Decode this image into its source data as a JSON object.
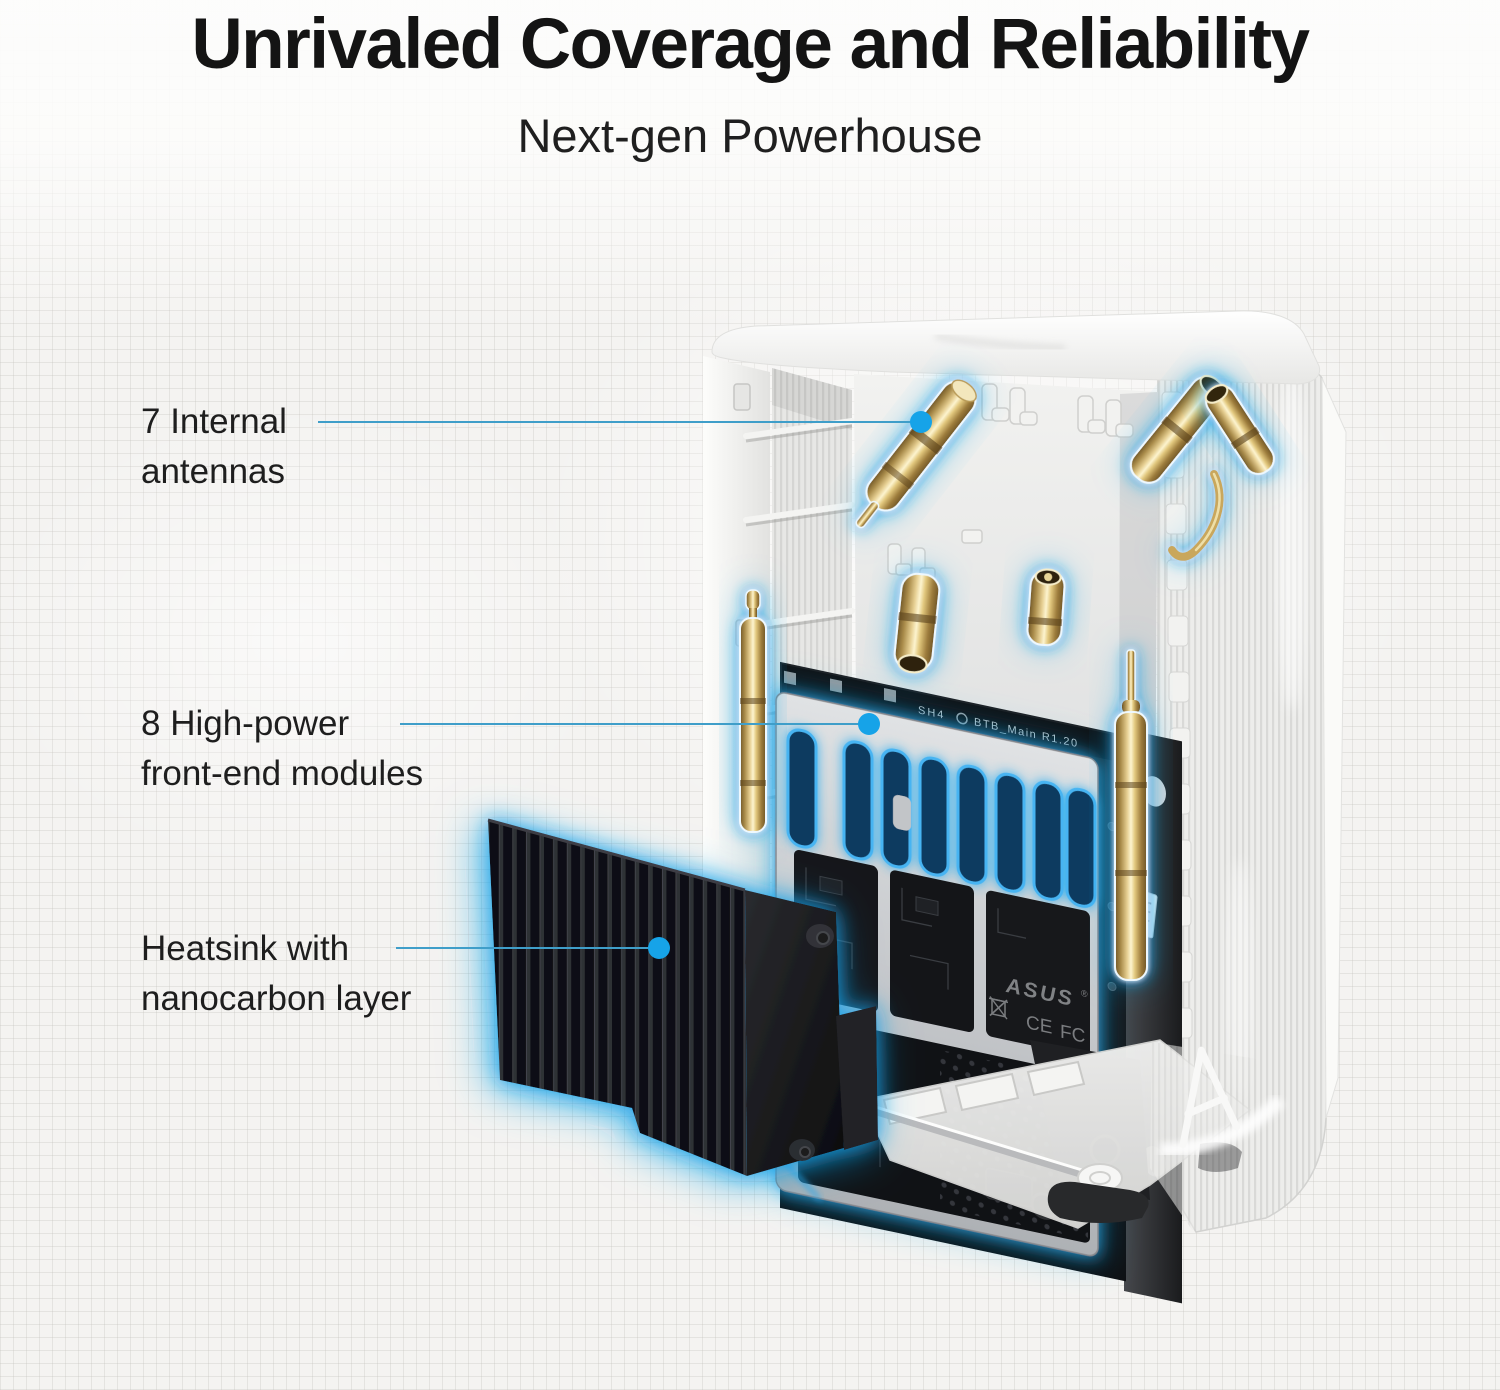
{
  "header": {
    "title": "Unrivaled Coverage and Reliability",
    "subtitle": "Next-gen Powerhouse"
  },
  "callouts": [
    {
      "id": "antennas",
      "line1": "7 Internal",
      "line2": "antennas"
    },
    {
      "id": "modules",
      "line1": "8 High-power",
      "line2": "front-end modules"
    },
    {
      "id": "heatsink",
      "line1": "Heatsink with",
      "line2": "nanocarbon layer"
    }
  ],
  "device": {
    "pcb_marking_left": "SH4",
    "pcb_marking_main": "BTB_Main  R1.20",
    "brand_logo": "ASUS",
    "brand_reg": "®",
    "cert_ce": "CE",
    "cert_fcc": "FC"
  },
  "colors": {
    "accent_blue": "#16a3e8",
    "leader_line": "#3f9ec9",
    "glow_blue": "#29a9e6",
    "gold": "#d9b968",
    "heatsink_black": "#121214"
  }
}
